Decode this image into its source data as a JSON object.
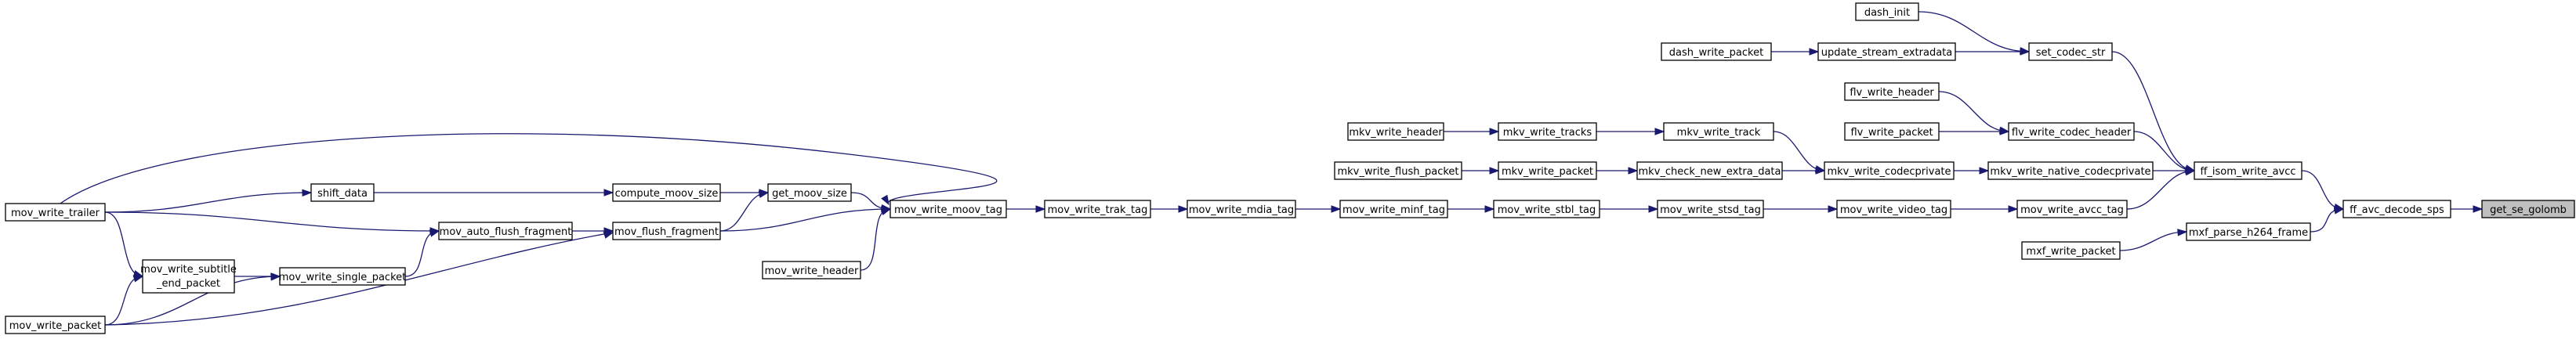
{
  "nodes": [
    {
      "id": "get_se_golomb",
      "label": "get_se_golomb",
      "focus": true
    },
    {
      "id": "ff_avc_decode_sps",
      "label": "ff_avc_decode_sps"
    },
    {
      "id": "ff_isom_write_avcc",
      "label": "ff_isom_write_avcc"
    },
    {
      "id": "mxf_parse_h264_frame",
      "label": "mxf_parse_h264_frame"
    },
    {
      "id": "mxf_write_packet",
      "label": "mxf_write_packet"
    },
    {
      "id": "set_codec_str",
      "label": "set_codec_str"
    },
    {
      "id": "dash_init",
      "label": "dash_init"
    },
    {
      "id": "update_stream_extradata",
      "label": "update_stream_extradata"
    },
    {
      "id": "dash_write_packet",
      "label": "dash_write_packet"
    },
    {
      "id": "flv_write_codec_header",
      "label": "flv_write_codec_header"
    },
    {
      "id": "flv_write_header",
      "label": "flv_write_header"
    },
    {
      "id": "flv_write_packet",
      "label": "flv_write_packet"
    },
    {
      "id": "mkv_write_native_codecprivate",
      "label": "mkv_write_native_codecprivate"
    },
    {
      "id": "mkv_write_codecprivate",
      "label": "mkv_write_codecprivate"
    },
    {
      "id": "mkv_write_track",
      "label": "mkv_write_track"
    },
    {
      "id": "mkv_write_tracks",
      "label": "mkv_write_tracks"
    },
    {
      "id": "mkv_write_header",
      "label": "mkv_write_header"
    },
    {
      "id": "mkv_check_new_extra_data",
      "label": "mkv_check_new_extra_data"
    },
    {
      "id": "mkv_write_packet",
      "label": "mkv_write_packet"
    },
    {
      "id": "mkv_write_flush_packet",
      "label": "mkv_write_flush_packet"
    },
    {
      "id": "mov_write_avcc_tag",
      "label": "mov_write_avcc_tag"
    },
    {
      "id": "mov_write_video_tag",
      "label": "mov_write_video_tag"
    },
    {
      "id": "mov_write_stsd_tag",
      "label": "mov_write_stsd_tag"
    },
    {
      "id": "mov_write_stbl_tag",
      "label": "mov_write_stbl_tag"
    },
    {
      "id": "mov_write_minf_tag",
      "label": "mov_write_minf_tag"
    },
    {
      "id": "mov_write_mdia_tag",
      "label": "mov_write_mdia_tag"
    },
    {
      "id": "mov_write_trak_tag",
      "label": "mov_write_trak_tag"
    },
    {
      "id": "mov_write_moov_tag",
      "label": "mov_write_moov_tag"
    },
    {
      "id": "get_moov_size",
      "label": "get_moov_size"
    },
    {
      "id": "mov_flush_fragment",
      "label": "mov_flush_fragment"
    },
    {
      "id": "mov_write_header",
      "label": "mov_write_header"
    },
    {
      "id": "compute_moov_size",
      "label": "compute_moov_size"
    },
    {
      "id": "shift_data",
      "label": "shift_data"
    },
    {
      "id": "mov_auto_flush_fragment",
      "label": "mov_auto_flush_fragment"
    },
    {
      "id": "mov_write_single_packet",
      "label": "mov_write_single_packet"
    },
    {
      "id": "mov_write_subtitle_end_packet",
      "label": "mov_write_subtitle",
      "label2": "_end_packet"
    },
    {
      "id": "mov_write_trailer",
      "label": "mov_write_trailer"
    },
    {
      "id": "mov_write_packet",
      "label": "mov_write_packet"
    }
  ],
  "edges": [
    [
      "ff_avc_decode_sps",
      "get_se_golomb"
    ],
    [
      "ff_isom_write_avcc",
      "ff_avc_decode_sps"
    ],
    [
      "mxf_parse_h264_frame",
      "ff_avc_decode_sps"
    ],
    [
      "mxf_write_packet",
      "mxf_parse_h264_frame"
    ],
    [
      "set_codec_str",
      "ff_isom_write_avcc"
    ],
    [
      "dash_init",
      "set_codec_str"
    ],
    [
      "update_stream_extradata",
      "set_codec_str"
    ],
    [
      "dash_write_packet",
      "update_stream_extradata"
    ],
    [
      "flv_write_codec_header",
      "ff_isom_write_avcc"
    ],
    [
      "flv_write_header",
      "flv_write_codec_header"
    ],
    [
      "flv_write_packet",
      "flv_write_codec_header"
    ],
    [
      "mkv_write_native_codecprivate",
      "ff_isom_write_avcc"
    ],
    [
      "mkv_write_codecprivate",
      "mkv_write_native_codecprivate"
    ],
    [
      "mkv_write_track",
      "mkv_write_codecprivate"
    ],
    [
      "mkv_write_tracks",
      "mkv_write_track"
    ],
    [
      "mkv_write_header",
      "mkv_write_tracks"
    ],
    [
      "mkv_check_new_extra_data",
      "mkv_write_codecprivate"
    ],
    [
      "mkv_write_packet",
      "mkv_check_new_extra_data"
    ],
    [
      "mkv_write_flush_packet",
      "mkv_write_packet"
    ],
    [
      "mov_write_avcc_tag",
      "ff_isom_write_avcc"
    ],
    [
      "mov_write_video_tag",
      "mov_write_avcc_tag"
    ],
    [
      "mov_write_stsd_tag",
      "mov_write_video_tag"
    ],
    [
      "mov_write_stbl_tag",
      "mov_write_stsd_tag"
    ],
    [
      "mov_write_minf_tag",
      "mov_write_stbl_tag"
    ],
    [
      "mov_write_mdia_tag",
      "mov_write_minf_tag"
    ],
    [
      "mov_write_trak_tag",
      "mov_write_mdia_tag"
    ],
    [
      "mov_write_moov_tag",
      "mov_write_trak_tag"
    ],
    [
      "get_moov_size",
      "mov_write_moov_tag"
    ],
    [
      "mov_flush_fragment",
      "mov_write_moov_tag"
    ],
    [
      "mov_write_header",
      "mov_write_moov_tag"
    ],
    [
      "mov_write_trailer",
      "mov_write_moov_tag"
    ],
    [
      "compute_moov_size",
      "get_moov_size"
    ],
    [
      "mov_flush_fragment",
      "get_moov_size"
    ],
    [
      "shift_data",
      "compute_moov_size"
    ],
    [
      "mov_write_trailer",
      "shift_data"
    ],
    [
      "mov_auto_flush_fragment",
      "mov_flush_fragment"
    ],
    [
      "mov_write_packet",
      "mov_flush_fragment"
    ],
    [
      "mov_write_trailer",
      "mov_auto_flush_fragment"
    ],
    [
      "mov_write_single_packet",
      "mov_auto_flush_fragment"
    ],
    [
      "mov_write_subtitle_end_packet",
      "mov_write_single_packet"
    ],
    [
      "mov_write_packet",
      "mov_write_single_packet"
    ],
    [
      "mov_write_trailer",
      "mov_write_subtitle_end_packet"
    ],
    [
      "mov_write_packet",
      "mov_write_subtitle_end_packet"
    ]
  ]
}
